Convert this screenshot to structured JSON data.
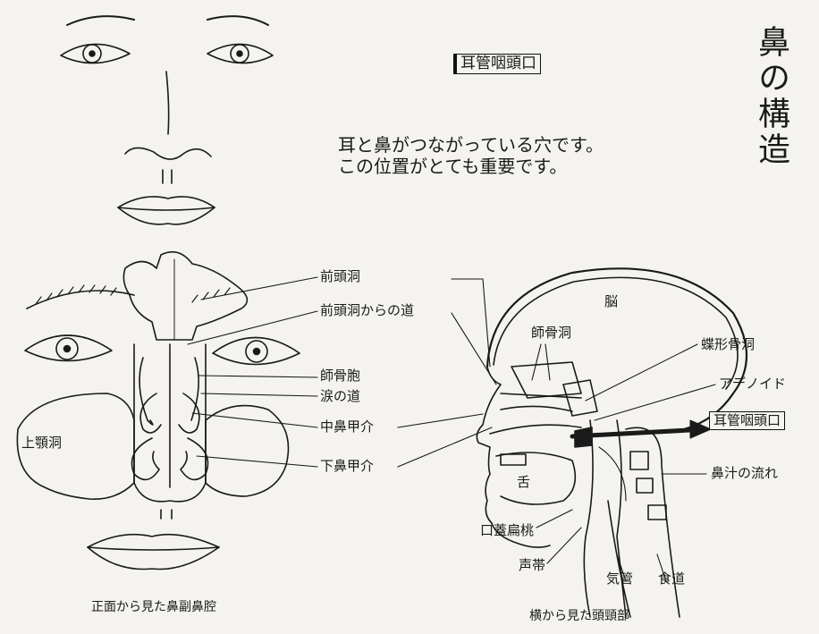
{
  "title": "鼻の構造",
  "eustachian_box_top": "耳管咽頭口",
  "description_lines": [
    "耳と鼻がつながっている穴です。",
    "この位置がとても重要です。"
  ],
  "front_view": {
    "labels": {
      "frontal_sinus": "前頭洞",
      "frontal_sinus_path": "前頭洞からの道",
      "ethmoid_cells": "師骨胞",
      "tear_duct": "涙の道",
      "middle_turbinate": "中鼻甲介",
      "inferior_turbinate": "下鼻甲介",
      "maxillary_sinus": "上顎洞"
    },
    "caption": "正面から見た鼻副鼻腔"
  },
  "side_view": {
    "labels": {
      "brain": "脳",
      "ethmoid_sinus": "師骨洞",
      "sphenoid_sinus": "蝶形骨洞",
      "adenoid": "アデノイド",
      "eustachian_opening": "耳管咽頭口",
      "nasal_flow": "鼻汁の流れ",
      "tongue": "舌",
      "tonsil": "口蓋扁桃",
      "vocal_cords": "声帯",
      "trachea": "気管",
      "esophagus": "食道"
    },
    "caption": "横から見た頭頸部"
  }
}
